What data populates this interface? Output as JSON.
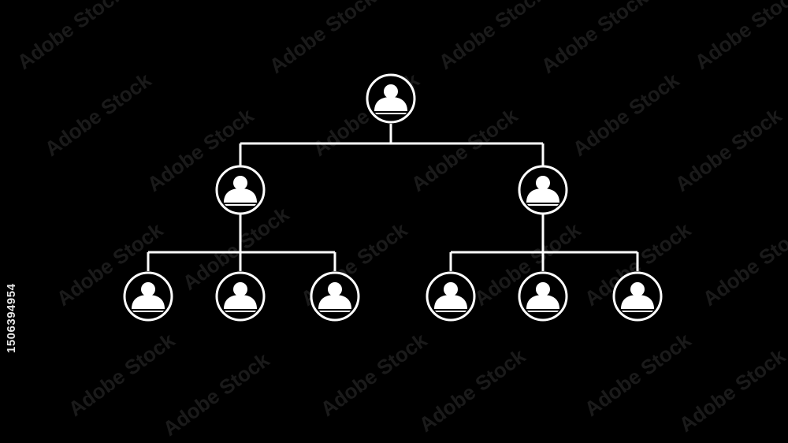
{
  "watermark": {
    "text": "Adobe Stock"
  },
  "stock_id": "1506394954",
  "colors": {
    "background": "#000000",
    "line": "#ffffff",
    "node": "#ffffff"
  },
  "org_chart": {
    "icon": "person-icon",
    "levels": [
      1,
      2,
      6
    ],
    "root": {
      "role": "top",
      "children": [
        {
          "role": "manager",
          "children": [
            {
              "role": "member"
            },
            {
              "role": "member"
            },
            {
              "role": "member"
            }
          ]
        },
        {
          "role": "manager",
          "children": [
            {
              "role": "member"
            },
            {
              "role": "member"
            },
            {
              "role": "member"
            }
          ]
        }
      ]
    }
  }
}
